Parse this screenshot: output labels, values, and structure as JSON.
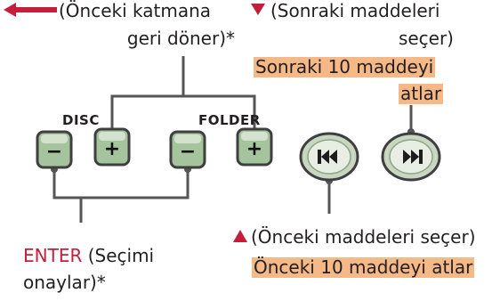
{
  "back_note": {
    "line1": "(Önceki katmana",
    "line2": "geri döner)*"
  },
  "next_note": {
    "line1": "(Sonraki maddeleri",
    "line2": "seçer)"
  },
  "next_skip": {
    "line1": "Sonraki 10 maddeyi",
    "line2": "atlar"
  },
  "prev_note": "(Önceki maddeleri seçer)",
  "prev_skip": "Önceki 10 maddeyi atlar",
  "enter_note": {
    "keyword": "ENTER",
    "rest": "(Seçimi",
    "line2": "onaylar)*"
  },
  "disc_label": "DISC",
  "folder_label": "FOLDER",
  "keys": {
    "minus": "−",
    "plus": "+"
  },
  "colors": {
    "accent_red": "#c41e3a",
    "highlight": "#f5b887",
    "key_green": "#a5c39c",
    "key_border": "#3f3f3f",
    "round_green": "#c9d6c2"
  }
}
